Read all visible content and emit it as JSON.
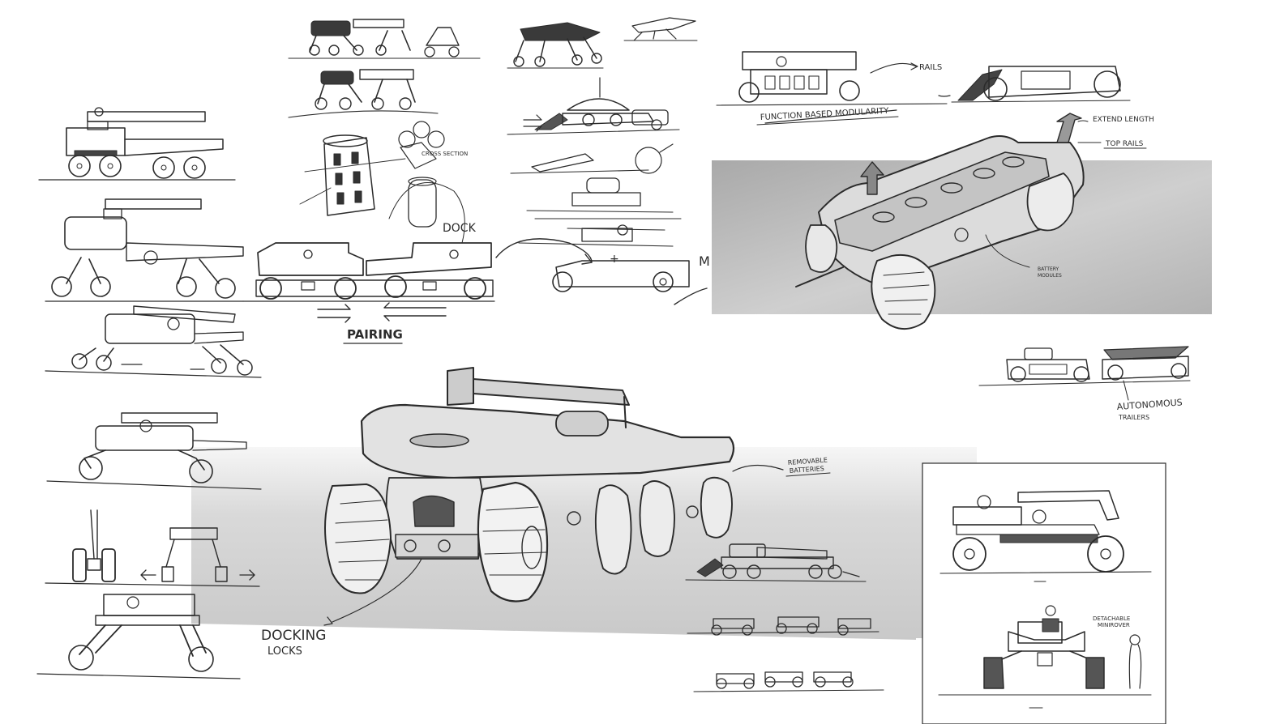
{
  "labels": {
    "rails": "RAILS",
    "function_based_modularity": "FUNCTION BASED MODULARITY",
    "extend_length": "EXTEND LENGTH",
    "top_rails": "TOP RAILS",
    "battery_modules_line1": "BATTERY",
    "battery_modules_line2": "MODULES",
    "cross_section": "CROSS SECTION",
    "dock": "DOCK",
    "pairing": "PAIRING",
    "removable_batteries_line1": "REMOVABLE",
    "removable_batteries_line2": "BATTERIES",
    "docking_locks_line1": "DOCKING",
    "docking_locks_line2": "LOCKS",
    "autonomous_trailers_line1": "AUTONOMOUS",
    "autonomous_trailers_line2": "TRAILERS",
    "detachable_minirover_line1": "DETACHABLE",
    "detachable_minirover_line2": "MINIROVER",
    "m": "M",
    "plus": "+"
  },
  "colors": {
    "ink": "#2b2b2b",
    "paper": "#ffffff",
    "panel_gray": "#b8b8b8",
    "panel_light": "#d6d6d6"
  }
}
